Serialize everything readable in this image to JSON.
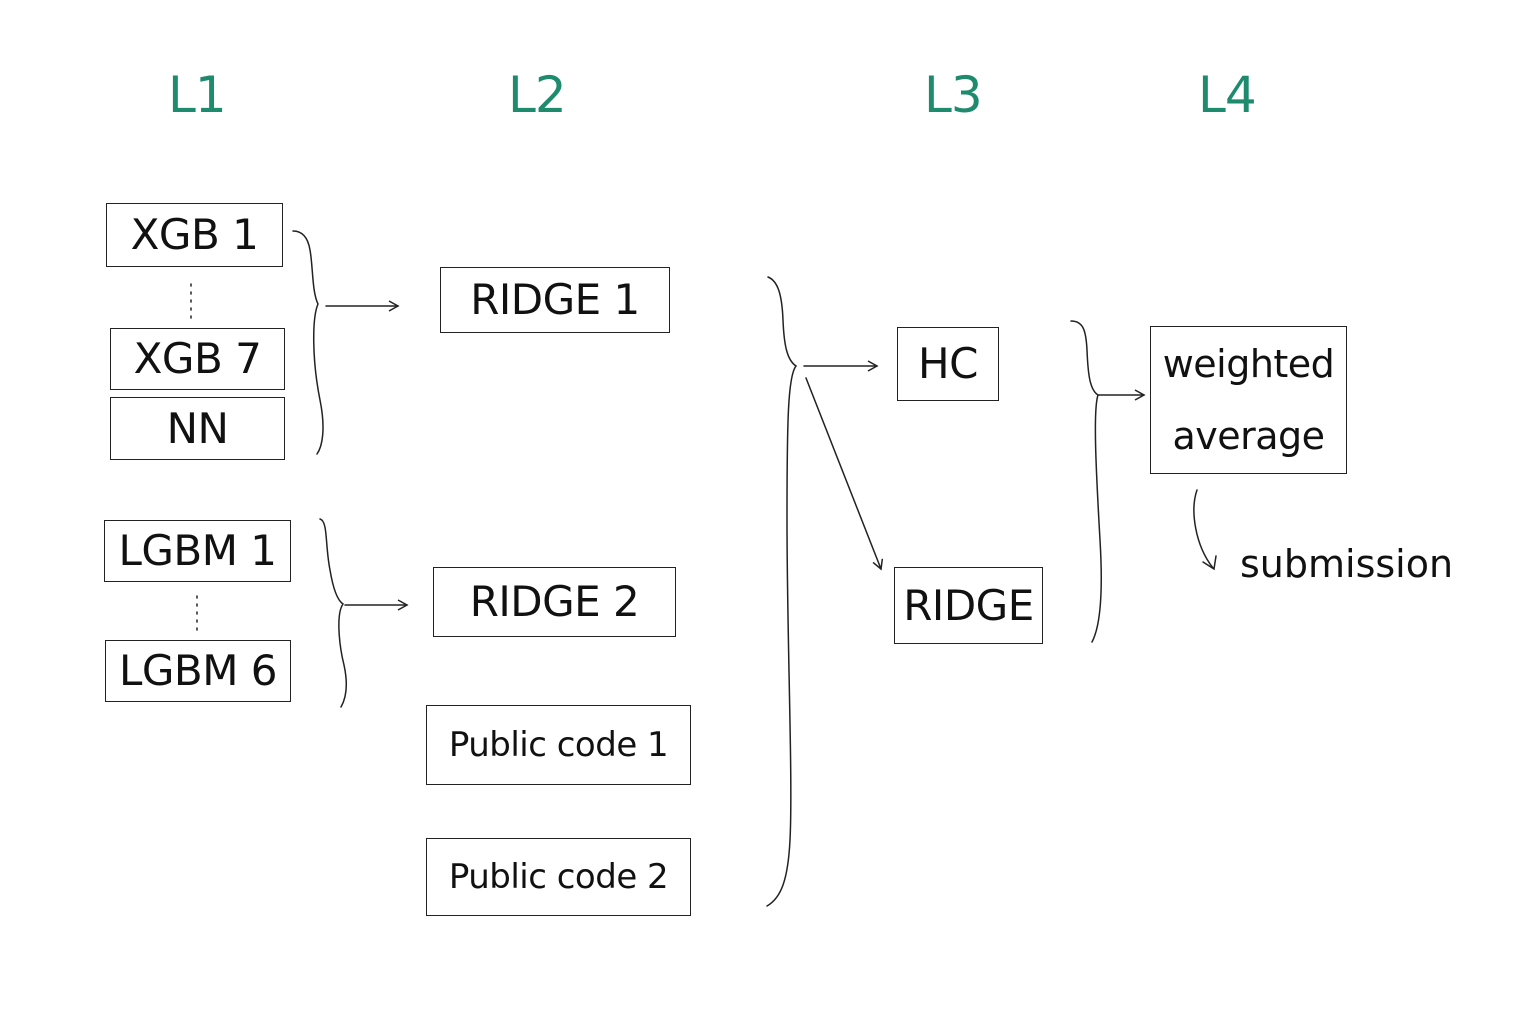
{
  "colors": {
    "level_heading": "#1e8a6e",
    "box_border": "#222222",
    "text": "#111111",
    "connector": "#222222"
  },
  "levels": [
    "L1",
    "L2",
    "L3",
    "L4"
  ],
  "l1": {
    "xgb_first": "XGB 1",
    "xgb_last": "XGB 7",
    "nn": "NN",
    "lgbm_first": "LGBM 1",
    "lgbm_last": "LGBM 6"
  },
  "l2": {
    "ridge1": "RIDGE 1",
    "ridge2": "RIDGE 2",
    "public1": "Public code 1",
    "public2": "Public code 2"
  },
  "l3": {
    "hc": "HC",
    "ridge": "RIDGE"
  },
  "l4": {
    "weighted_line1": "weighted",
    "weighted_line2": "average",
    "submission": "submission"
  }
}
